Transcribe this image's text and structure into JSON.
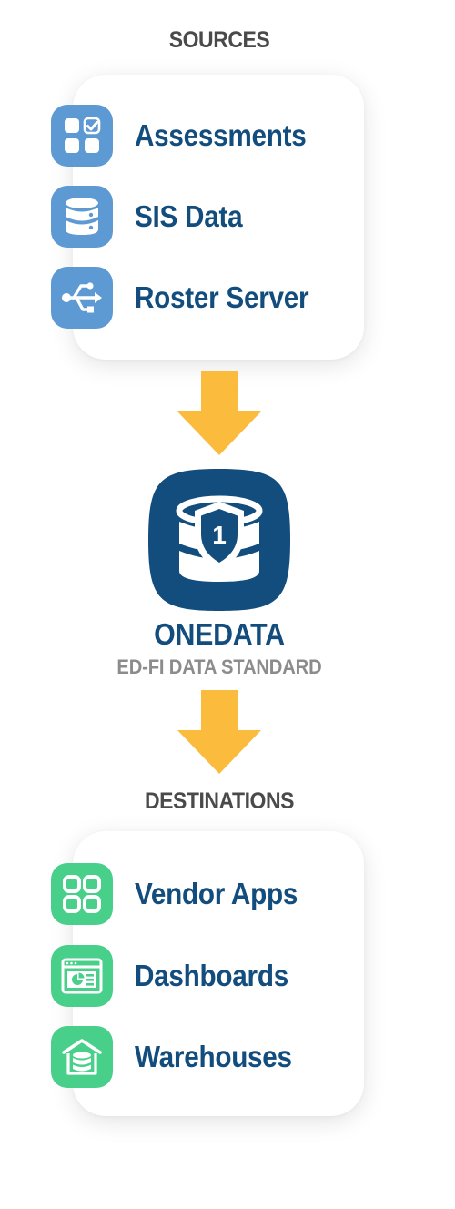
{
  "sources": {
    "heading": "SOURCES",
    "items": [
      {
        "label": "Assessments",
        "icon": "grid-check-icon"
      },
      {
        "label": "SIS Data",
        "icon": "database-icon"
      },
      {
        "label": "Roster Server",
        "icon": "usb-network-icon"
      }
    ]
  },
  "hub": {
    "title": "ONEDATA",
    "subtitle": "ED-FI DATA STANDARD",
    "icon": "database-shield-icon",
    "badge": "1"
  },
  "destinations": {
    "heading": "DESTINATIONS",
    "items": [
      {
        "label": "Vendor Apps",
        "icon": "apps-grid-icon"
      },
      {
        "label": "Dashboards",
        "icon": "dashboard-icon"
      },
      {
        "label": "Warehouses",
        "icon": "warehouse-icon"
      }
    ]
  },
  "colors": {
    "source_tile": "#5d9ad3",
    "destination_tile": "#48d08a",
    "hub": "#124d7e",
    "label_text": "#124d7e",
    "heading_text": "#4a4a4a",
    "subtitle_text": "#8c8c8c",
    "arrow": "#fbbb3c"
  }
}
